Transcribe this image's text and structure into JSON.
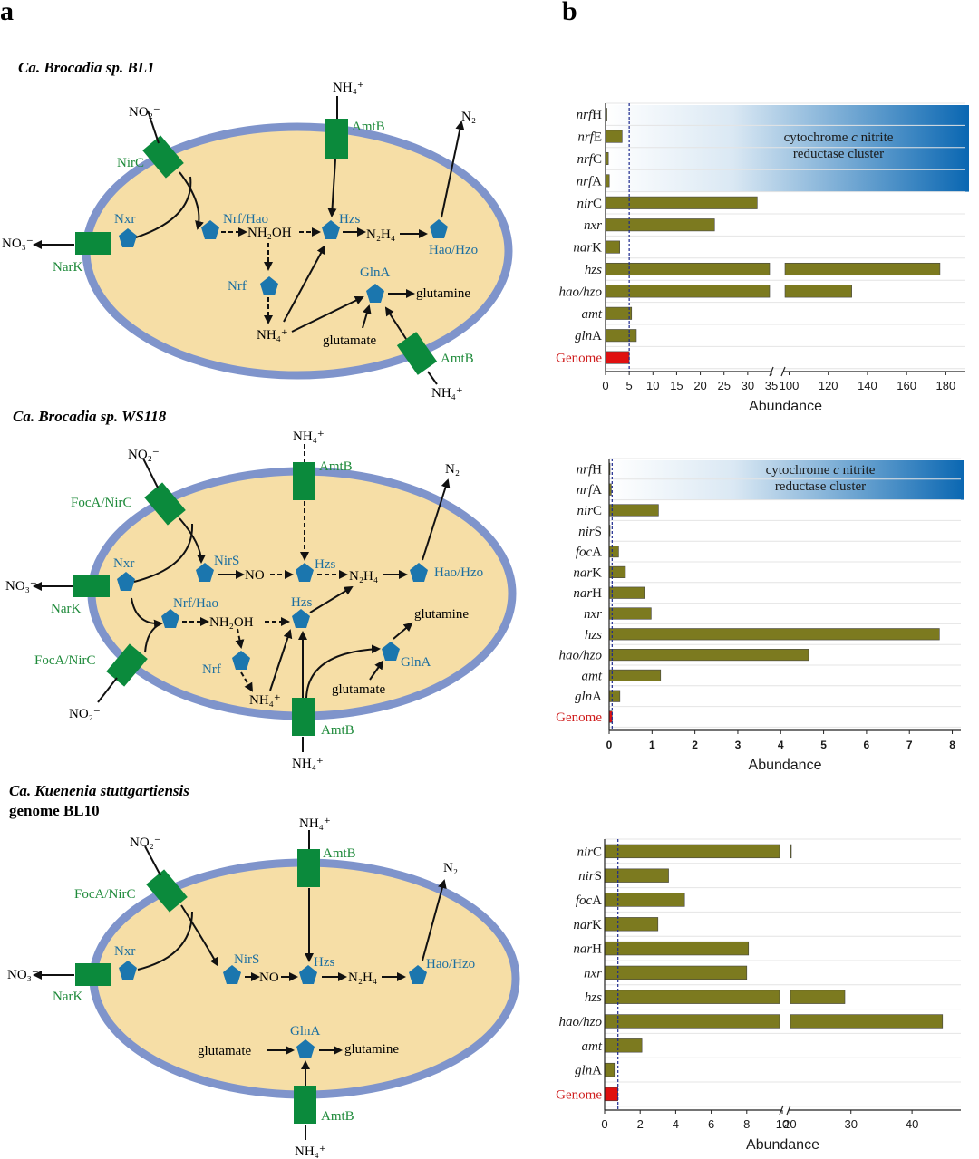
{
  "panel_labels": {
    "a": "a",
    "b": "b"
  },
  "colors": {
    "cell_fill": "#f6dea6",
    "cell_border": "#7f94cb",
    "transporter": "#0b8a3c",
    "enzyme": "#1b76ae",
    "bar": "#7c7a1f",
    "genome_bar": "#e01010",
    "label_green": "#1e8a3a",
    "label_blue": "#1b6ea0",
    "genome_label": "#d02020",
    "cluster_dark": "#0a67b2"
  },
  "cells": [
    {
      "title": "Ca. Brocadia sp. BL1",
      "title_lines": [
        "Ca. Brocadia sp. BL1"
      ],
      "transporters": [
        "NirC",
        "AmtB",
        "NarK",
        "AmtB"
      ],
      "enzymes": [
        "Nxr",
        "Nrf/Hao",
        "Hzs",
        "Hao/Hzo",
        "Nrf",
        "GlnA"
      ],
      "metabolites": [
        "NO₂⁻",
        "NH₄⁺",
        "N₂",
        "NO₃⁻",
        "NH₂OH",
        "N₂H₄",
        "NH₄⁺",
        "glutamate",
        "glutamine",
        "NH₄⁺"
      ]
    },
    {
      "title": "Ca. Brocadia sp. WS118",
      "title_lines": [
        "Ca. Brocadia sp. WS118"
      ],
      "transporters": [
        "FocA/NirC",
        "AmtB",
        "NarK",
        "FocA/NirC",
        "AmtB"
      ],
      "enzymes": [
        "Nxr",
        "NirS",
        "Hzs",
        "Hao/Hzo",
        "Nrf/Hao",
        "Hzs",
        "Nrf",
        "GlnA"
      ],
      "metabolites": [
        "NO₂⁻",
        "NH₄⁺",
        "N₂",
        "NO₃⁻",
        "NO",
        "N₂H₄",
        "NH₂OH",
        "NH₄⁺",
        "glutamine",
        "glutamate",
        "NO₂⁻",
        "NH₄⁺"
      ]
    },
    {
      "title": "Ca. Kuenenia stuttgartiensis genome BL10",
      "title_lines": [
        "Ca. Kuenenia stuttgartiensis",
        "genome BL10"
      ],
      "transporters": [
        "FocA/NirC",
        "AmtB",
        "NarK",
        "AmtB"
      ],
      "enzymes": [
        "Nxr",
        "NirS",
        "Hzs",
        "Hao/Hzo",
        "GlnA"
      ],
      "metabolites": [
        "NO₂⁻",
        "NH₄⁺",
        "N₂",
        "NO₃⁻",
        "NO",
        "N₂H₄",
        "glutamate",
        "glutamine",
        "NH₄⁺"
      ]
    }
  ],
  "chart_data": [
    {
      "type": "bar",
      "orientation": "horizontal",
      "categories": [
        "nrfH",
        "nrfE",
        "nrfC",
        "nrfA",
        "nirC",
        "nxr",
        "narK",
        "hzs",
        "hao/hzo",
        "amt",
        "glnA",
        "Genome"
      ],
      "values": [
        0.3,
        3.5,
        0.6,
        0.8,
        32,
        23,
        3,
        177,
        132,
        5.5,
        6.5,
        5
      ],
      "genome_value": 5,
      "xlabel": "Abundance",
      "xticks": [
        "0",
        "5",
        "10",
        "15",
        "20",
        "25",
        "30",
        "35",
        "100",
        "120",
        "140",
        "160",
        "180"
      ],
      "x_axis_break": [
        35,
        97
      ],
      "reference_line": 5,
      "cluster_label": [
        "cytochrome c nitrite",
        "reductase cluster"
      ],
      "cluster_genes": [
        "nrfH",
        "nrfE",
        "nrfC",
        "nrfA"
      ]
    },
    {
      "type": "bar",
      "orientation": "horizontal",
      "categories": [
        "nrfH",
        "nrfA",
        "nirC",
        "nirS",
        "focA",
        "narK",
        "narH",
        "nxr",
        "hzs",
        "hao/hzo",
        "amt",
        "glnA",
        "Genome"
      ],
      "values": [
        0.02,
        0.05,
        1.15,
        0.02,
        0.22,
        0.38,
        0.82,
        0.98,
        7.7,
        4.65,
        1.2,
        0.25,
        0.07
      ],
      "genome_value": 0.07,
      "xlabel": "Abundance",
      "xticks": [
        "0",
        "1",
        "2",
        "3",
        "4",
        "5",
        "6",
        "7",
        "8"
      ],
      "xlim": [
        0,
        8
      ],
      "reference_line": 0.07,
      "cluster_label": [
        "cytochrome c nitrite",
        "reductase cluster"
      ],
      "cluster_genes": [
        "nrfH",
        "nrfA"
      ]
    },
    {
      "type": "bar",
      "orientation": "horizontal",
      "categories": [
        "nirC",
        "nirS",
        "focA",
        "narK",
        "narH",
        "nxr",
        "hzs",
        "hao/hzo",
        "amt",
        "glnA",
        "Genome"
      ],
      "values": [
        20,
        3.6,
        4.5,
        3,
        8.1,
        8,
        29,
        45,
        2.1,
        0.55,
        0.75
      ],
      "genome_value": 0.75,
      "xlabel": "Abundance",
      "xticks": [
        "0",
        "2",
        "4",
        "6",
        "8",
        "10",
        "20",
        "30",
        "40"
      ],
      "x_axis_break": [
        10,
        20
      ],
      "reference_line": 0.75
    }
  ]
}
